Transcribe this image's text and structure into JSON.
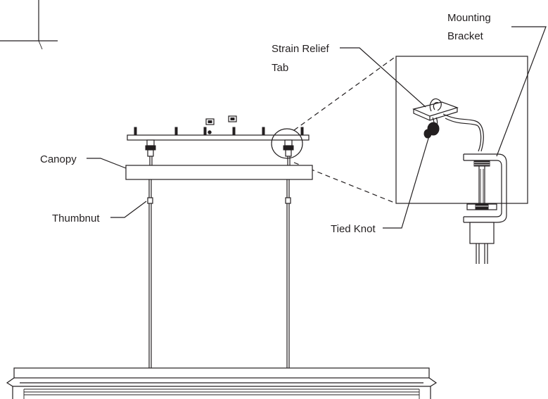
{
  "labels": {
    "mounting": "Mounting",
    "bracket": "Bracket",
    "strain_relief": "Strain Relief",
    "tab": "Tab",
    "canopy": "Canopy",
    "thumbnut": "Thumbnut",
    "tied_knot": "Tied Knot"
  },
  "line_color": "#231f20",
  "background_color": "#ffffff"
}
